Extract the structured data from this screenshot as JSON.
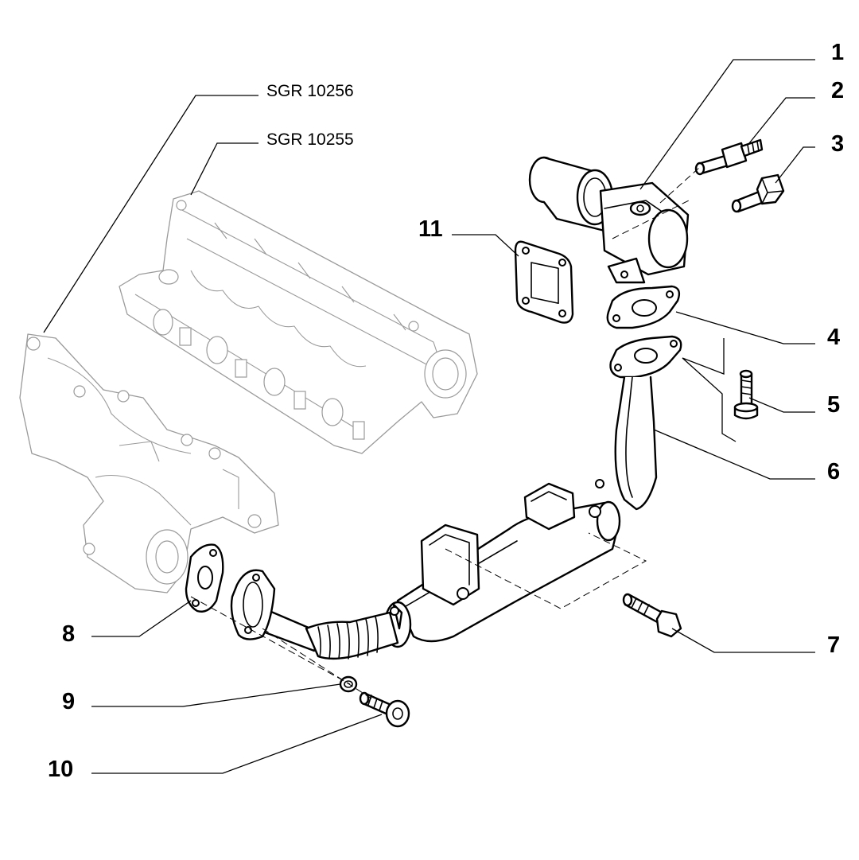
{
  "references": [
    {
      "id": "sgr-10256",
      "text": "SGR 10256"
    },
    {
      "id": "sgr-10255",
      "text": "SGR 10255"
    }
  ],
  "callouts": [
    "1",
    "2",
    "3",
    "4",
    "5",
    "6",
    "7",
    "8",
    "9",
    "10",
    "11"
  ]
}
